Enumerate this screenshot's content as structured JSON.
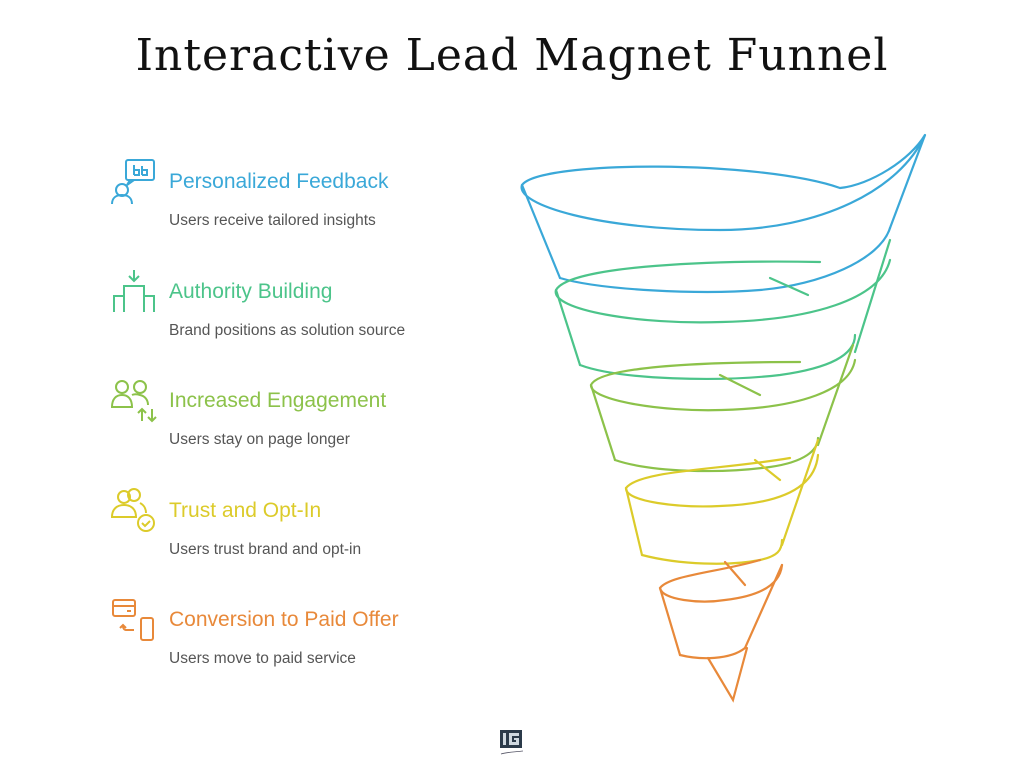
{
  "title": "Interactive Lead Magnet Funnel",
  "colors": {
    "blue": "#3aa8d8",
    "green": "#4cc48a",
    "lime": "#8cc24a",
    "yellow": "#dccb2a",
    "orange": "#e8893a"
  },
  "items": [
    {
      "heading": "Personalized Feedback",
      "description": "Users receive tailored insights",
      "icon": "feedback-chat-person-icon",
      "color": "#3aa8d8"
    },
    {
      "heading": "Authority Building",
      "description": "Brand positions as solution source",
      "icon": "podium-arrow-icon",
      "color": "#4cc48a"
    },
    {
      "heading": "Increased Engagement",
      "description": "Users stay on page longer",
      "icon": "users-arrows-icon",
      "color": "#8cc24a"
    },
    {
      "heading": "Trust and Opt-In",
      "description": "Users trust brand and opt-in",
      "icon": "users-check-icon",
      "color": "#dccb2a"
    },
    {
      "heading": "Conversion to Paid Offer",
      "description": "Users move to paid service",
      "icon": "card-to-phone-icon",
      "color": "#e8893a"
    }
  ]
}
